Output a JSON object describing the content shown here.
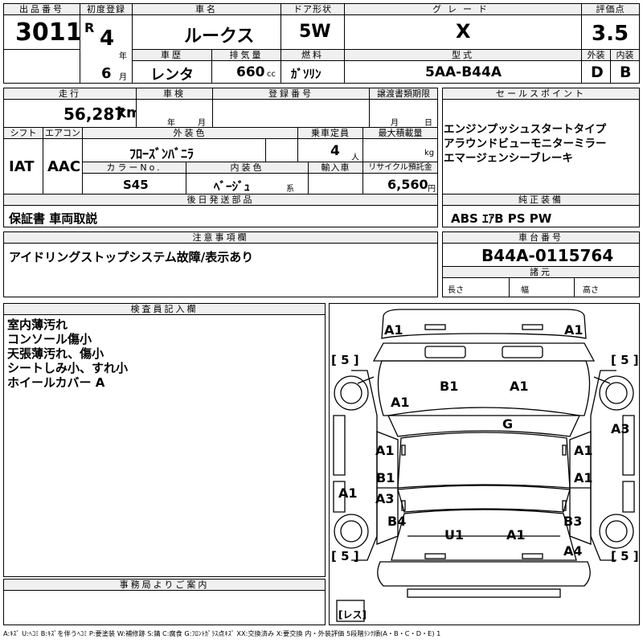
{
  "header": {
    "lot_label": "出品番号",
    "lot": "3011",
    "first_reg_label": "初度登録",
    "era": "R",
    "year_num": "4",
    "year_unit": "年",
    "month_num": "6",
    "month_unit": "月",
    "car_name_label": "車名",
    "car_name": "ルークス",
    "door_label": "ドア形状",
    "door": "5W",
    "grade_label": "グレード",
    "grade": "X",
    "score_label": "評価点",
    "score": "3.5",
    "history_label": "車歴",
    "history": "レンタ",
    "disp_label": "排気量",
    "disp": "660",
    "disp_unit": "cc",
    "fuel_label": "燃料",
    "fuel": "ｶﾞｿﾘﾝ",
    "model_label": "型式",
    "model": "5AA-B44A",
    "ext_label": "外装",
    "ext": "D",
    "int_label": "内装",
    "int": "B"
  },
  "row2": {
    "mileage_label": "走行",
    "mileage": "56,287",
    "mileage_unit": "km",
    "inspection_label": "車検",
    "insp_year": "年",
    "insp_month": "月",
    "reg_label": "登録番号",
    "transfer_label": "譲渡書類期限",
    "transfer_month": "月",
    "transfer_day": "日",
    "shift_label": "シフト",
    "shift": "IAT",
    "ac_label": "エアコン",
    "ac": "AAC",
    "ext_color_label": "外装色",
    "ext_color": "ﾌﾛｰｽﾞﾝﾊﾞﾆﾗ",
    "capacity_label": "乗車定員",
    "capacity": "4",
    "capacity_unit": "人",
    "load_label": "最大積載量",
    "load_unit": "kg",
    "color_no_label": "カラーNo.",
    "color_no": "S45",
    "int_color_label": "内装色",
    "int_color": "ﾍﾞｰｼﾞｭ",
    "int_color_unit": "系",
    "import_label": "輸入車",
    "recycle_label": "リサイクル預託金",
    "recycle": "6,560",
    "recycle_unit": "円",
    "later_label": "後日発送部品",
    "later": "保証書 車両取説"
  },
  "sales": {
    "label": "セールスポイント",
    "items": [
      "エンジンプッシュスタートタイプ",
      "アラウンドビューモニターミラー",
      "エマージェンシーブレーキ"
    ],
    "equip_label": "純正装備",
    "equip": "ABS ｴｱB PS PW"
  },
  "notes": {
    "label": "注意事項欄",
    "text": "アイドリングストップシステム故障/表示あり"
  },
  "chassis": {
    "label": "車台番号",
    "value": "B44A-0115764",
    "dims_label": "諸元",
    "length": "長さ",
    "width": "幅",
    "height": "高さ"
  },
  "inspector": {
    "label": "検査員記入欄",
    "lines": [
      "室内薄汚れ",
      "コンソール傷小",
      "天張薄汚れ、傷小",
      "シートしみ小、すれ小",
      "ホイールカバー A"
    ]
  },
  "office": {
    "label": "事務局よりご案内"
  },
  "diagram": {
    "marks": [
      "A1",
      "A1",
      "A1",
      "B1",
      "A1",
      "G",
      "A3",
      "A1",
      "A1",
      "B1",
      "A1",
      "A1",
      "A3",
      "B4",
      "U1",
      "A1",
      "B3",
      "A4"
    ],
    "tires": [
      "5",
      "5",
      "5",
      "5"
    ],
    "spare": "レス"
  },
  "legend": "A:ｷｽﾞ U:ﾍｺﾐ B:ｷｽﾞを伴うﾍｺﾐ P:要塗装 W:補修跡 S:錆 C:腐食 G:ﾌﾛﾝﾄｶﾞﾗｽ点ｷｽﾞ XX:交換済み X:要交換 内・外装評価 5段階ﾗﾝｸ順(A・B・C・D・E) 1"
}
